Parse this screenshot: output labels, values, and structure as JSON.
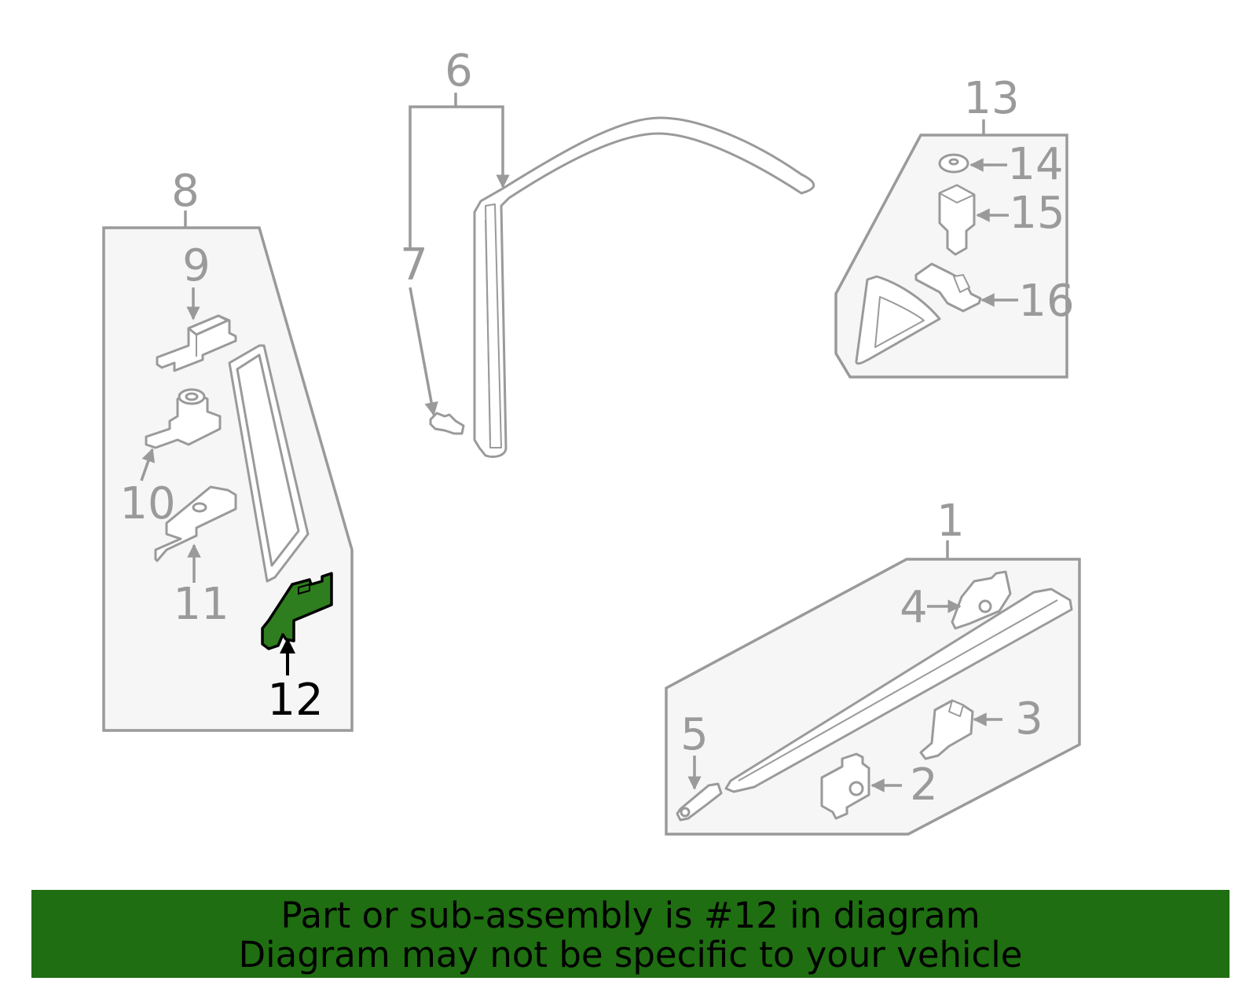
{
  "diagram": {
    "callouts": [
      "1",
      "2",
      "3",
      "4",
      "5",
      "6",
      "7",
      "8",
      "9",
      "10",
      "11",
      "12",
      "13",
      "14",
      "15",
      "16"
    ],
    "highlighted_part": "12",
    "colors": {
      "highlight": "#2e7d1e",
      "banner": "#1f6e12",
      "lines": "#9a9a9a",
      "group_fill": "#f6f6f6"
    }
  },
  "banner": {
    "line1": "Part or sub-assembly is #12 in diagram",
    "line2": "Diagram may not be specific to your vehicle"
  }
}
